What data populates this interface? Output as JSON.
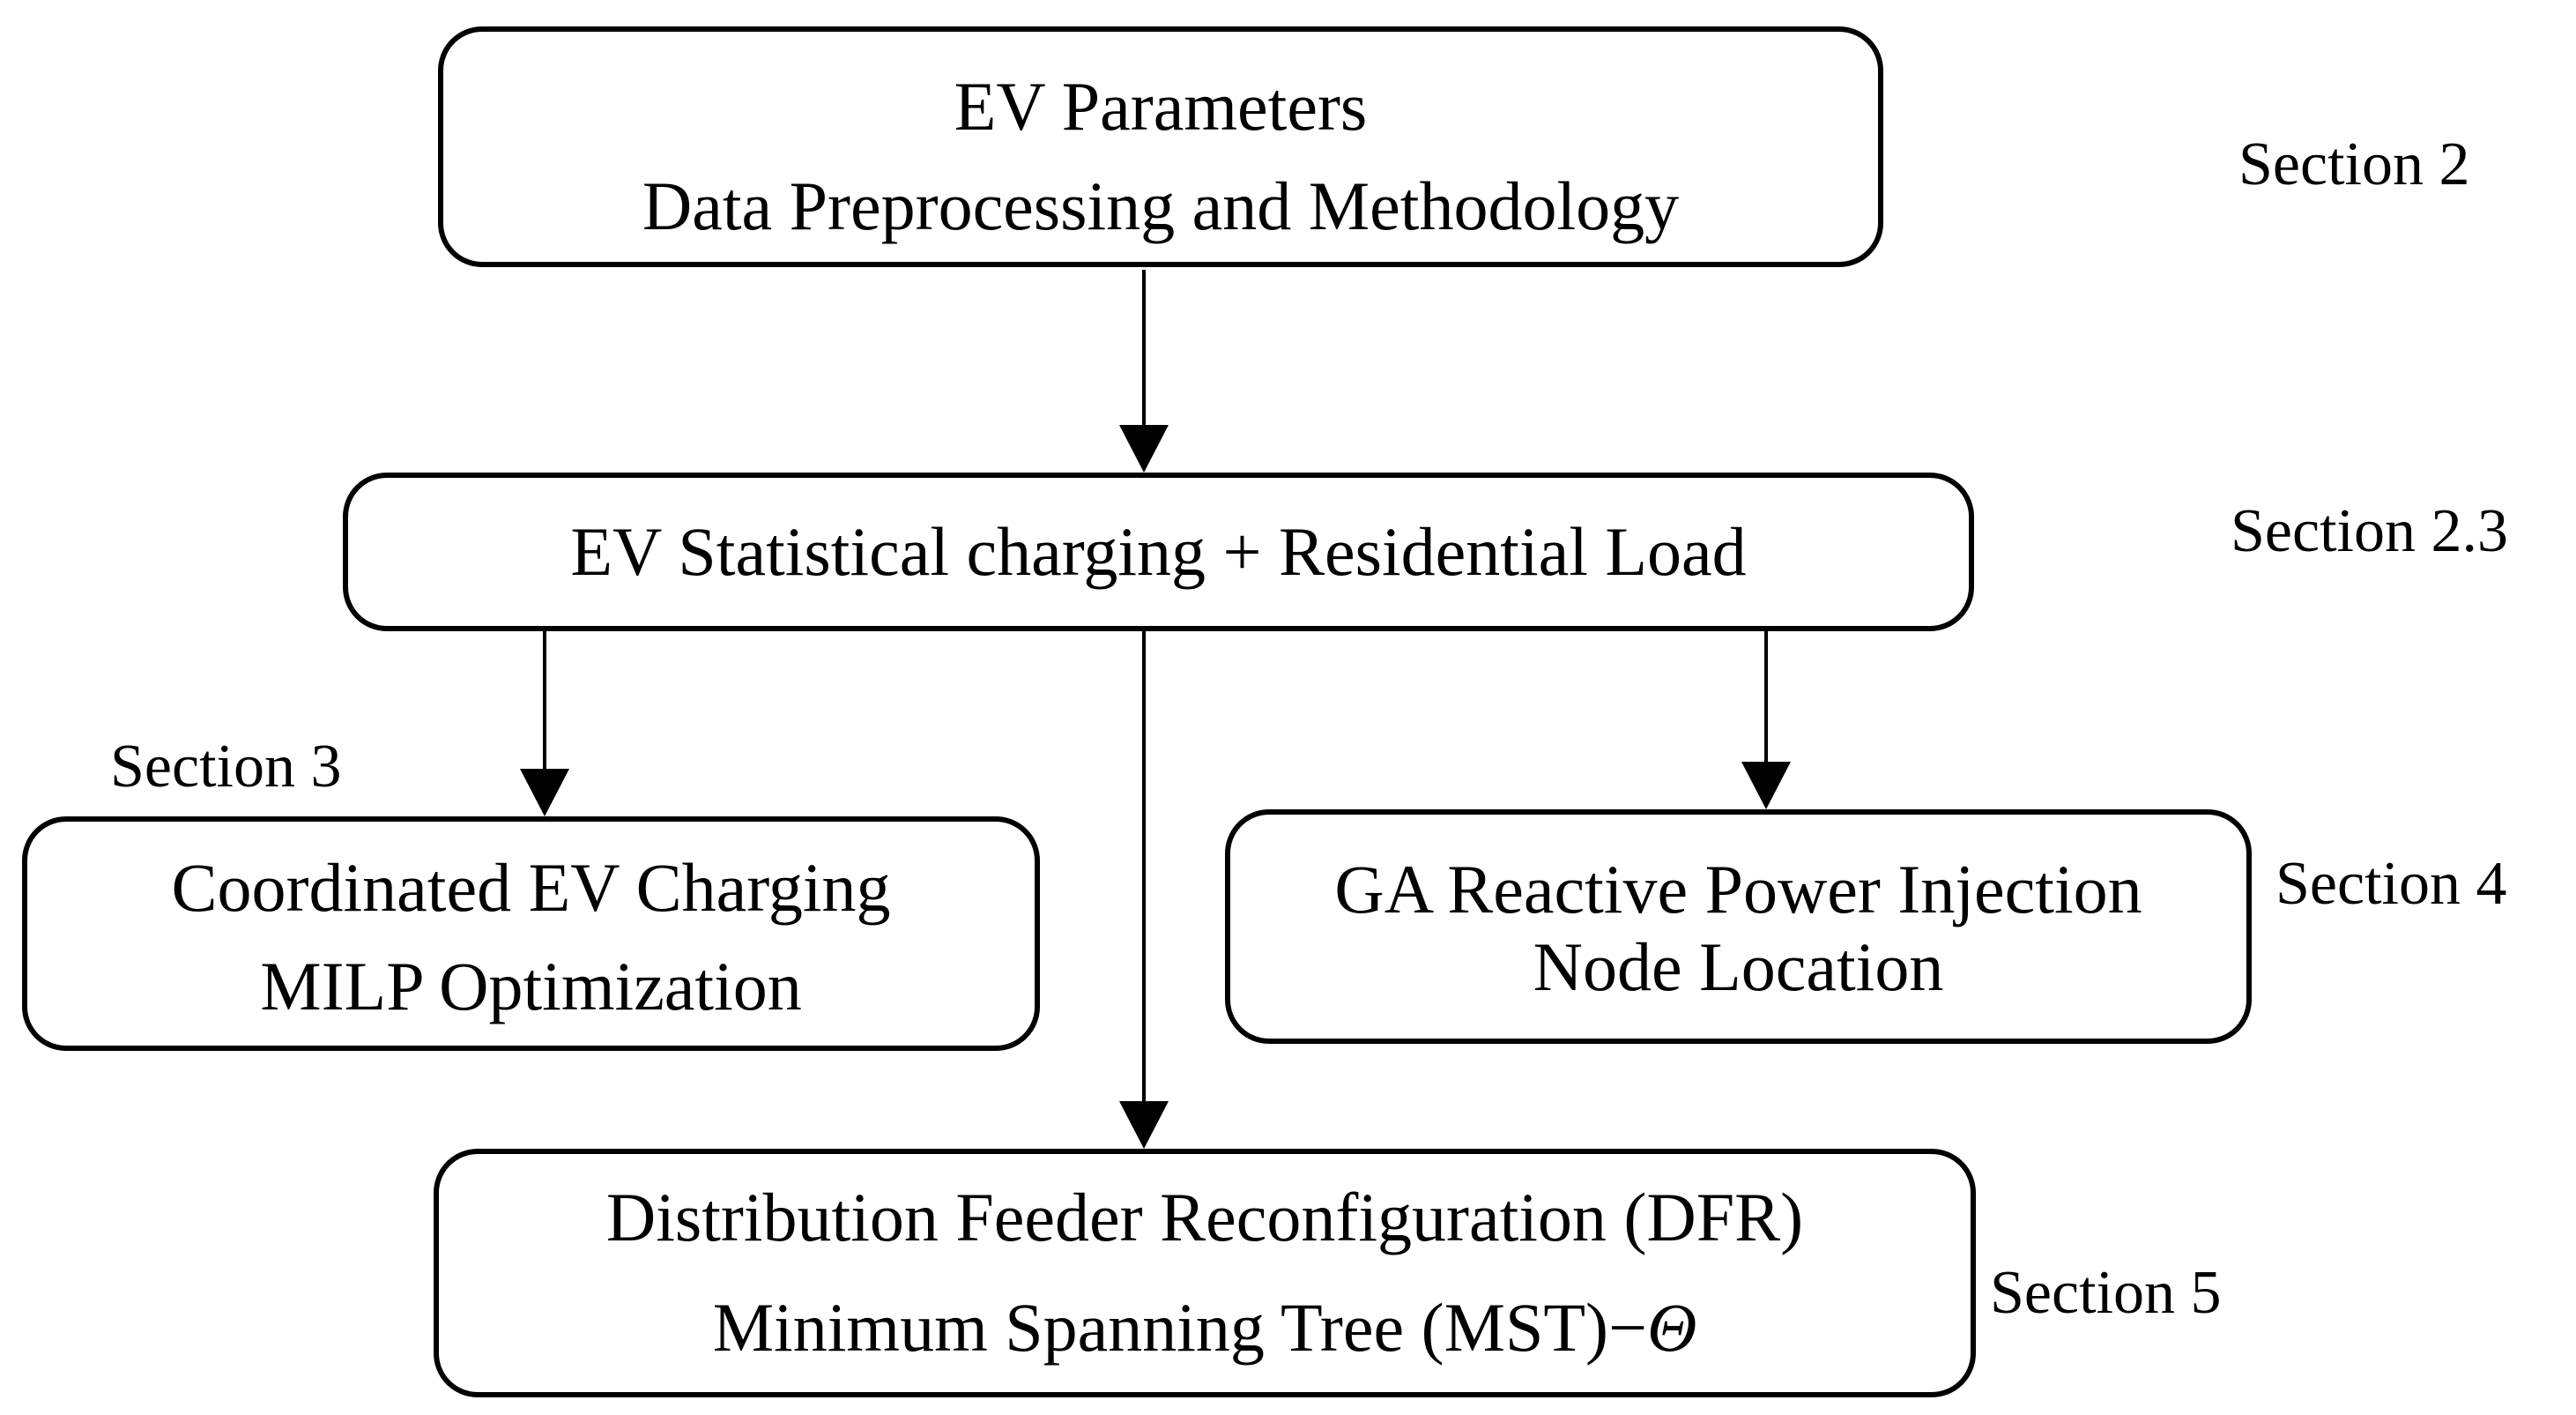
{
  "diagram": {
    "title": "EV methodology flowchart",
    "colors": {
      "border": "#000000",
      "background": "#ffffff",
      "text": "#000000"
    },
    "boxes": {
      "top": {
        "line1": "EV Parameters",
        "line2": "Data Preprocessing and Methodology"
      },
      "mid": {
        "line1": "EV Statistical charging + Residential Load"
      },
      "left": {
        "line1": "Coordinated EV Charging",
        "line2": "MILP Optimization"
      },
      "right": {
        "line1": "GA Reactive Power Injection",
        "line2": "Node Location"
      },
      "bottom": {
        "line1": "Distribution Feeder Reconfiguration (DFR)",
        "line2_prefix": "Minimum Spanning Tree (MST)−",
        "line2_symbol": "Θ"
      }
    },
    "labels": {
      "section2": "Section 2",
      "section23": "Section 2.3",
      "section3": "Section 3",
      "section4": "Section 4",
      "section5": "Section 5"
    }
  }
}
